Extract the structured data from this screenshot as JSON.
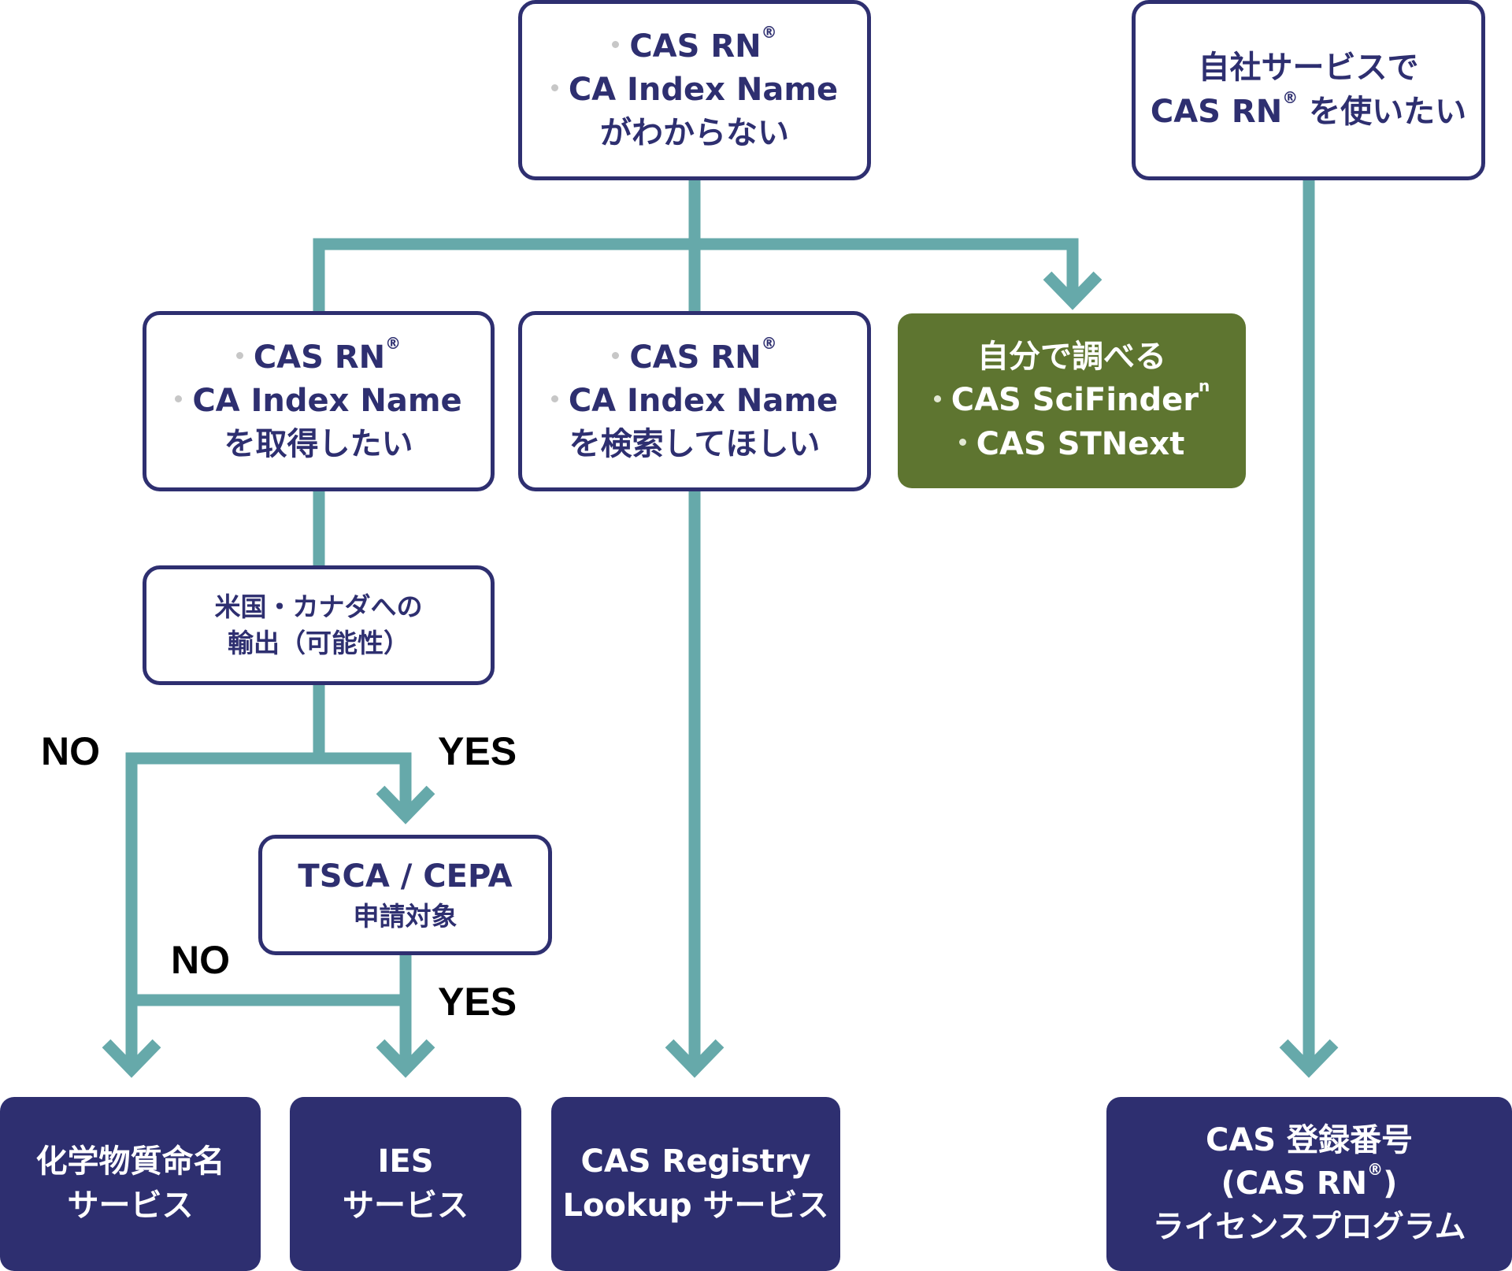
{
  "colors": {
    "connector": "#66a9aa",
    "outline": "#2e2f70",
    "navy_fill": "#2e2f70",
    "green_fill": "#5e7530",
    "branch_text": "#000000"
  },
  "reg_mark": "®",
  "nodes": {
    "top_unknown": {
      "line1": "CAS RN",
      "line2": "CA Index Name",
      "line3": "がわからない"
    },
    "inhouse": {
      "line1": "自社サービスで",
      "line2_a": "CAS RN",
      "line2_b": " を使いたい"
    },
    "acquire": {
      "line1": "CAS RN",
      "line2": "CA Index Name",
      "line3": "を取得したい"
    },
    "search_request": {
      "line1": "CAS RN",
      "line2": "CA Index Name",
      "line3": "を検索してほしい"
    },
    "self_research": {
      "title": "自分で調べる",
      "item1": "CAS SciFinder",
      "item1_sup": "n",
      "item2": "CAS STNext"
    },
    "export": {
      "line1": "米国・カナダへの",
      "line2": "輸出（可能性）"
    },
    "tsca": {
      "line1": "TSCA / CEPA",
      "line2": "申請対象"
    },
    "naming_service": {
      "line1": "化学物質命名",
      "line2": "サービス"
    },
    "ies_service": {
      "line1": "IES",
      "line2": "サービス"
    },
    "registry_lookup": {
      "line1": "CAS Registry",
      "line2": "Lookup サービス"
    },
    "license_program": {
      "line1": "CAS 登録番号",
      "line2_a": "(CAS RN",
      "line2_b": ")",
      "line3": "ライセンスプログラム"
    }
  },
  "branches": {
    "no_1": "NO",
    "yes_1": "YES",
    "no_2": "NO",
    "yes_2": "YES"
  }
}
